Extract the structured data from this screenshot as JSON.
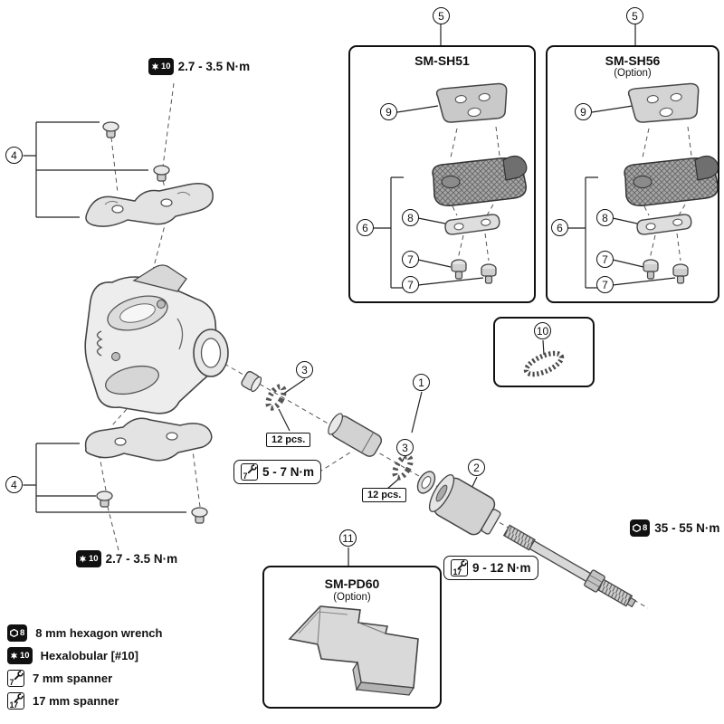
{
  "boxes": {
    "sh51": {
      "badge": "5",
      "title": "SM-SH51"
    },
    "sh56": {
      "badge": "5",
      "title": "SM-SH56",
      "subtitle": "(Option)"
    },
    "chain": {
      "badge": "10"
    },
    "pd60": {
      "badge": "11",
      "title": "SM-PD60",
      "subtitle": "(Option)"
    }
  },
  "callouts": {
    "axle_unit": "1",
    "body_unit": "2",
    "bearing_a": "3",
    "bearing_b": "3",
    "adapter_top": "4",
    "adapter_bottom": "4",
    "cleat_sh51": "9",
    "cleat_sh56": "9",
    "group_sh51": "6",
    "group_sh56": "6",
    "washer_sh51": "8",
    "washer_sh56": "8",
    "bolt1_sh51": "7",
    "bolt2_sh51": "7",
    "bolt1_sh56": "7",
    "bolt2_sh56": "7",
    "pcs_a": "12 pcs.",
    "pcs_b": "12 pcs."
  },
  "torques": {
    "cleat_top": {
      "tool": "10",
      "value": "2.7 - 3.5 N·m"
    },
    "cleat_bottom": {
      "tool": "10",
      "value": "2.7 - 3.5 N·m"
    },
    "sleeve": {
      "tool": "7",
      "value": "5 - 7 N·m"
    },
    "locknut": {
      "tool": "17",
      "value": "9 - 12 N·m"
    },
    "axle": {
      "tool": "8",
      "value": "35 - 55 N·m"
    }
  },
  "legend": [
    {
      "icon": "8",
      "label": "8 mm hexagon wrench"
    },
    {
      "icon": "10",
      "label": "Hexalobular [#10]"
    },
    {
      "icon": "7",
      "label": "7 mm spanner"
    },
    {
      "icon": "17",
      "label": "17 mm spanner"
    }
  ]
}
